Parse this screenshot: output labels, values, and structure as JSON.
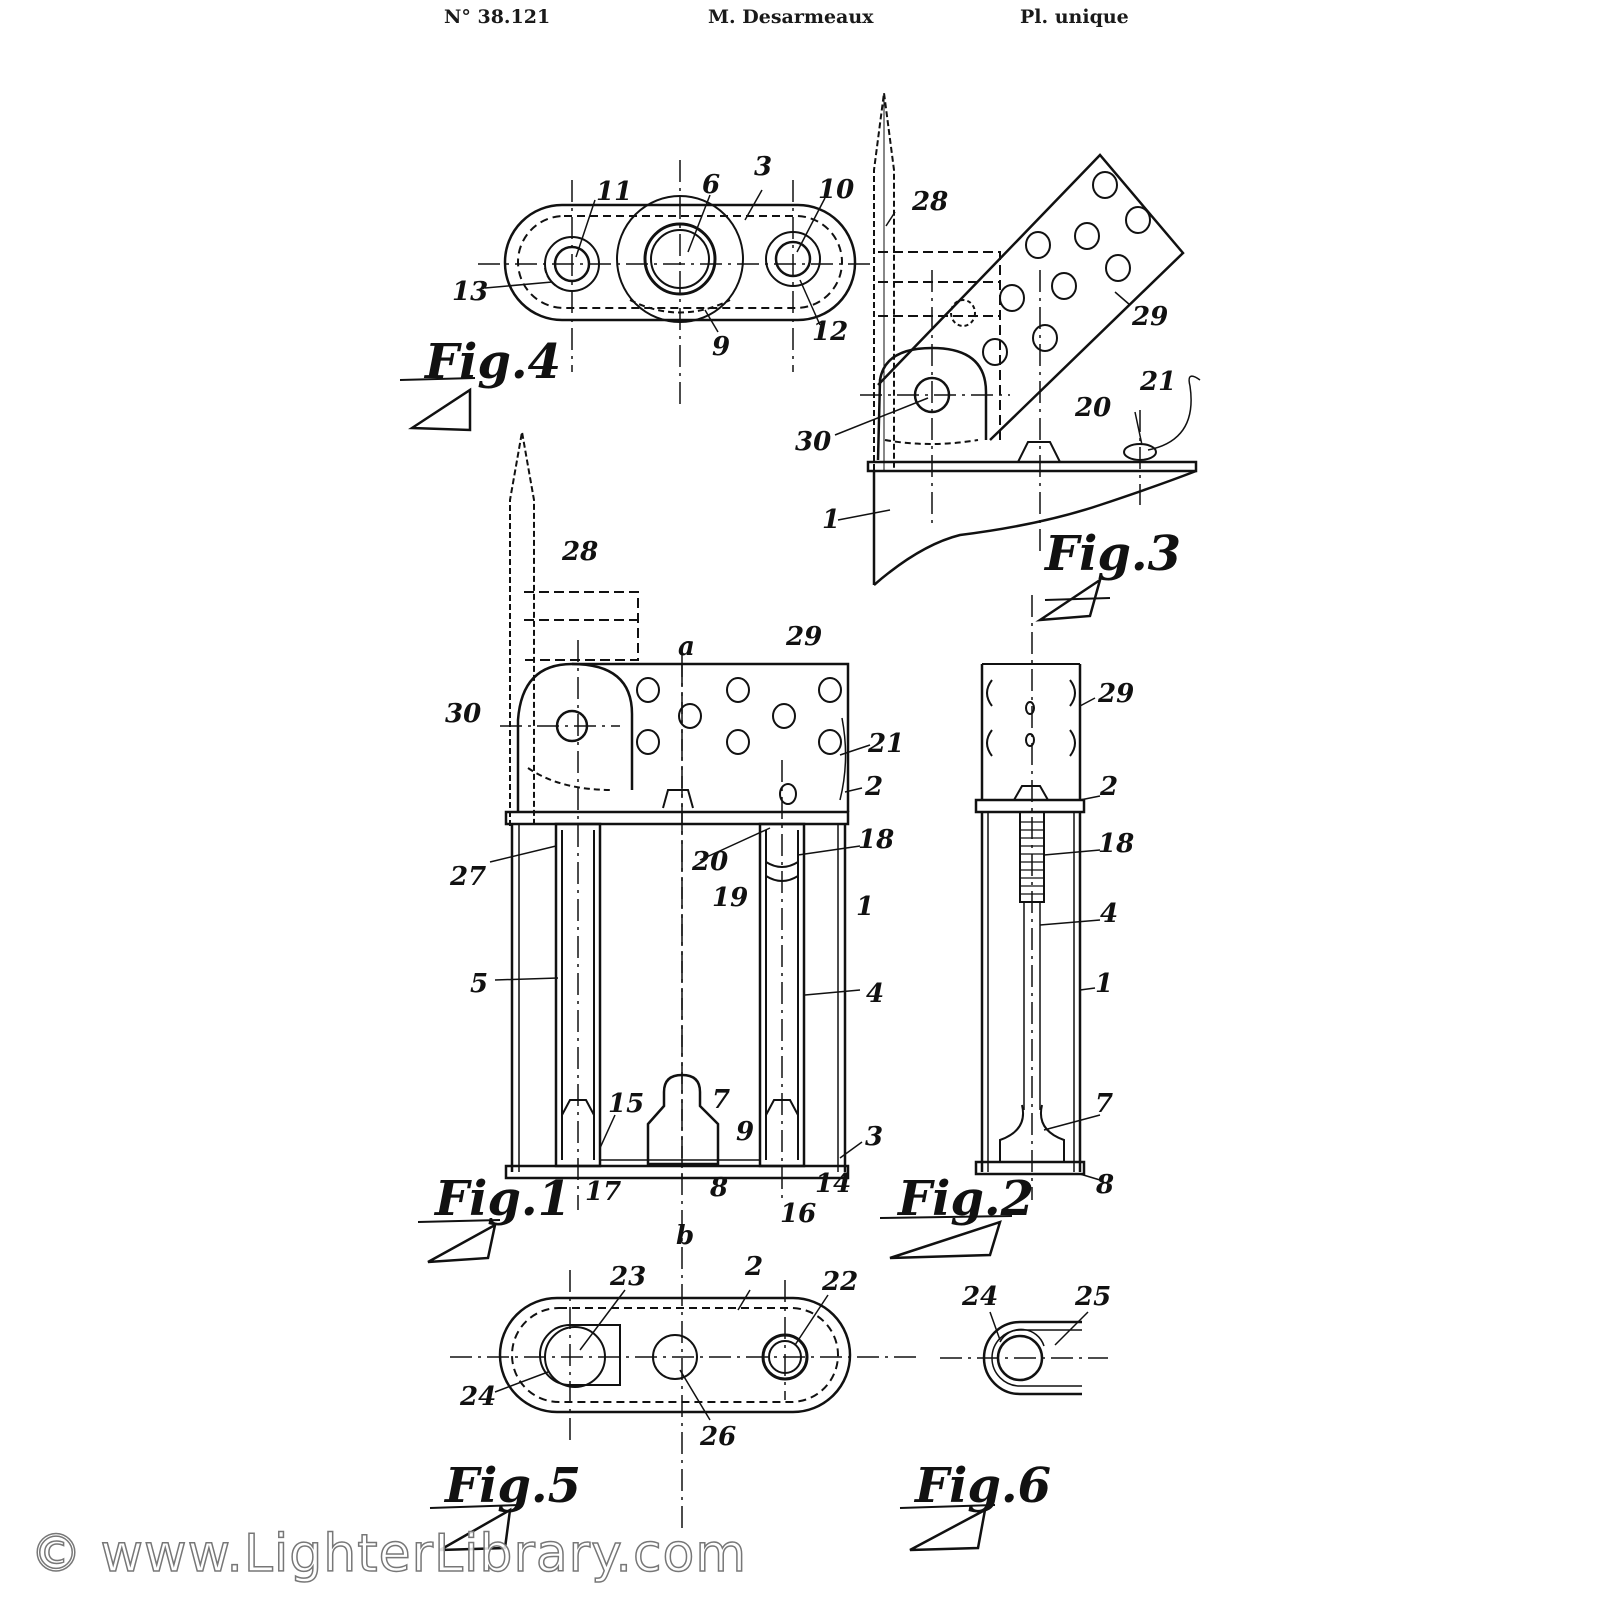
{
  "header": {
    "patent_number": "N° 38.121",
    "inventor": "M. Desarmeaux",
    "plate": "Pl. unique"
  },
  "figures": {
    "fig1": "Fig.1",
    "fig2": "Fig.2",
    "fig3": "Fig.3",
    "fig4": "Fig.4",
    "fig5": "Fig.5",
    "fig6": "Fig.6"
  },
  "reference_numerals": {
    "fig4": [
      "11",
      "6",
      "3",
      "10",
      "13",
      "9",
      "12"
    ],
    "fig3": [
      "28",
      "29",
      "30",
      "20",
      "21",
      "1"
    ],
    "fig1": [
      "28",
      "a",
      "29",
      "30",
      "21",
      "2",
      "27",
      "20",
      "18",
      "19",
      "1",
      "5",
      "4",
      "15",
      "7",
      "9",
      "3",
      "17",
      "8",
      "16",
      "14",
      "b"
    ],
    "fig2": [
      "29",
      "2",
      "18",
      "4",
      "1",
      "7",
      "8"
    ],
    "fig5": [
      "23",
      "2",
      "22",
      "24",
      "26"
    ],
    "fig6": [
      "24",
      "25"
    ]
  },
  "watermark": "© www.LighterLibrary.com"
}
